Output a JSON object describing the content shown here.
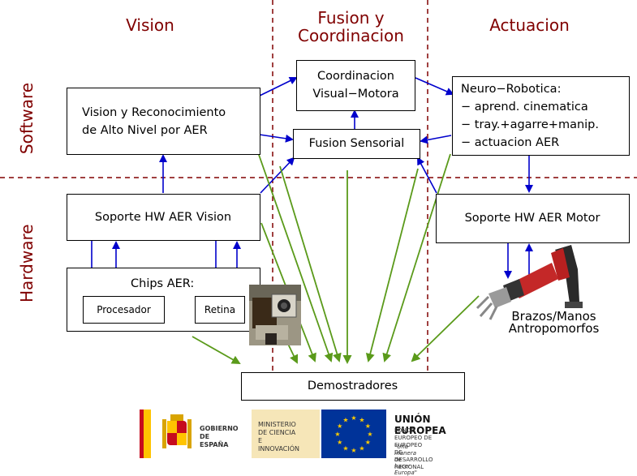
{
  "columns": {
    "vision": "Vision",
    "fusion": "Fusion y\nCoordinacion",
    "actuacion": "Actuacion"
  },
  "rows": {
    "software": "Software",
    "hardware": "Hardware"
  },
  "boxes": {
    "vision_reconocimiento": "Vision y Reconocimiento\nde Alto Nivel por AER",
    "coordinacion": "Coordinacion\nVisual−Motora",
    "fusion_sensorial": "Fusion Sensorial",
    "neuro_robotica": "Neuro−Robotica:\n− aprend. cinematica\n− tray.+agarre+manip.\n− actuacion AER",
    "soporte_vision": "Soporte HW AER Vision",
    "soporte_motor": "Soporte HW AER Motor",
    "chips": "Chips AER:",
    "procesador": "Procesador",
    "retina": "Retina",
    "demostradores": "Demostradores"
  },
  "robot_label": "Brazos/Manos\nAntropomorfos",
  "footer": {
    "gobierno": "GOBIERNO\nDE ESPAÑA",
    "ministerio": "MINISTERIO\nDE CIENCIA\nE INNOVACIÓN",
    "union": "UNIÓN EUROPEA",
    "fondo": "FONDO EUROPEO DE EUROPEO\nDE DESARROLLO REGIONAL",
    "lema": "\"Una manera de hacer Europa\""
  },
  "colors": {
    "title": "#800000",
    "arrow_blue": "#0000cc",
    "arrow_green": "#5a9a1a",
    "divider": "#800000",
    "eu_blue": "#003399",
    "eu_star": "#ffcc00"
  }
}
